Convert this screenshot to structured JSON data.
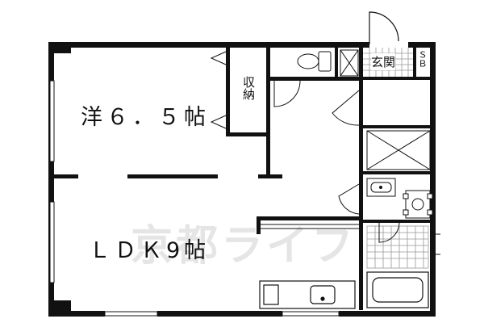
{
  "rooms": {
    "western": "洋６．５帖",
    "ldk": "ＬＤＫ9帖",
    "closet": "収納",
    "entrance": "玄関",
    "shoe_box": "ＳＢ"
  },
  "watermark": "京都ライフ"
}
